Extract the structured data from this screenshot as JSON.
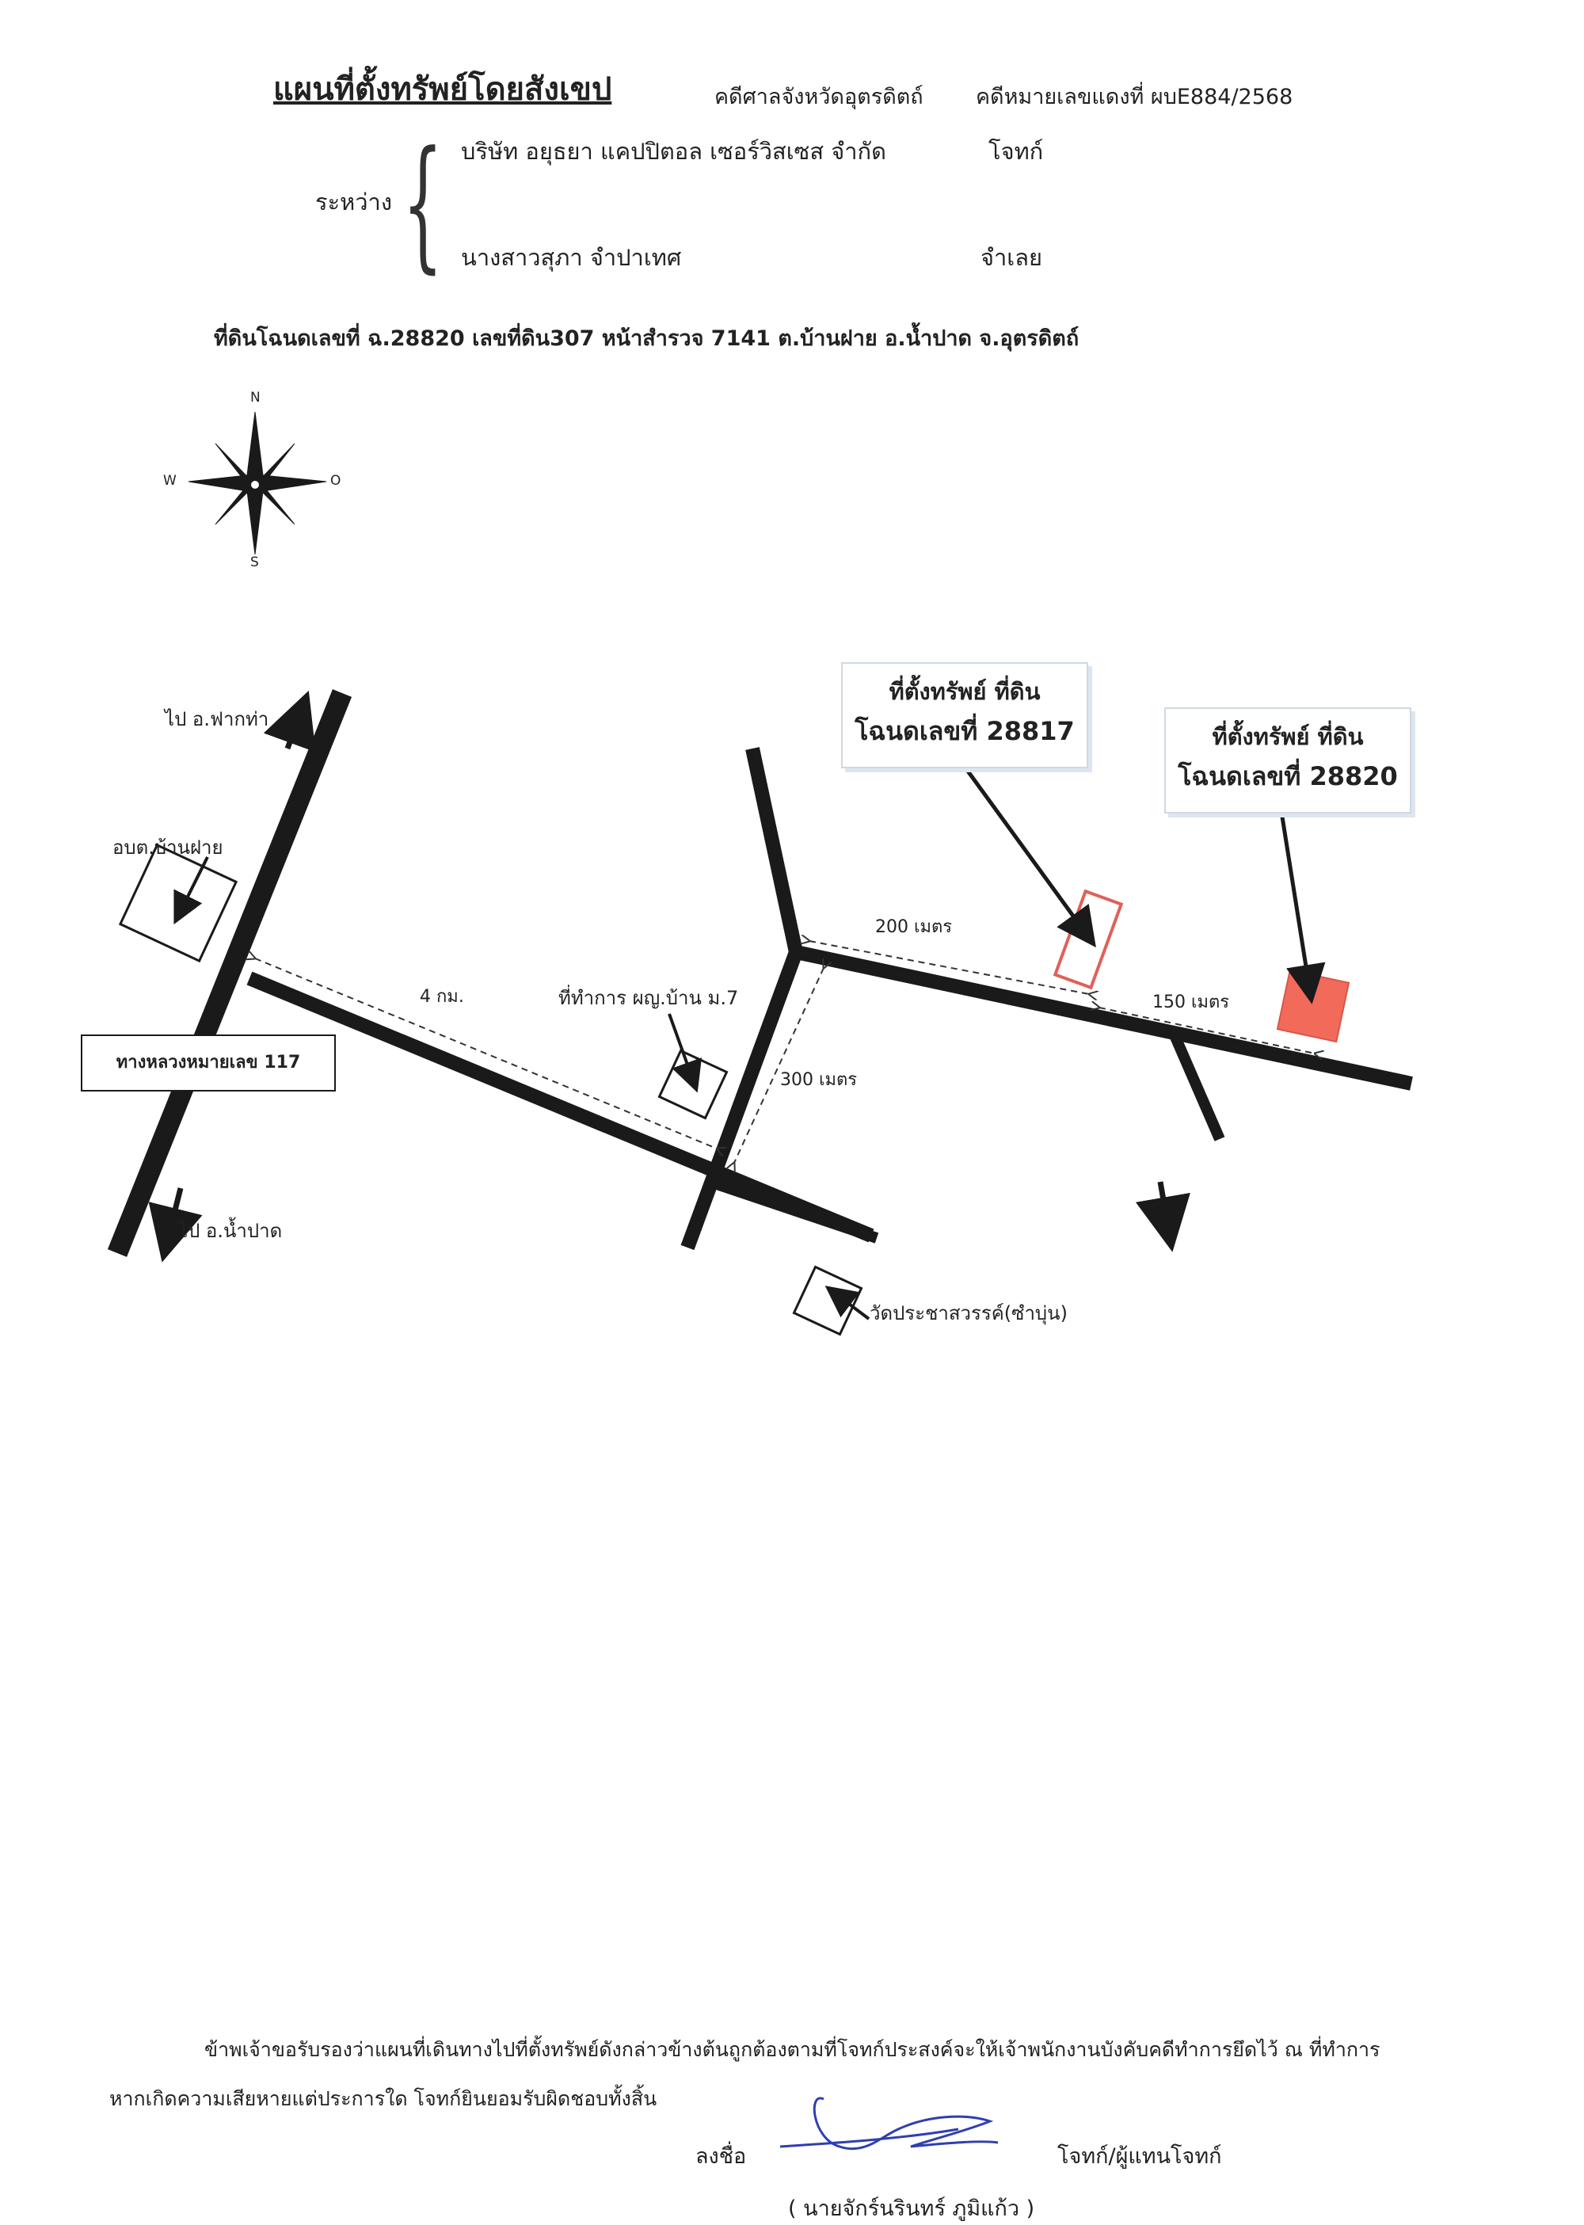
{
  "header": {
    "title": "แผนที่ตั้งทรัพย์โดยสังเขป",
    "court": "คดีศาลจังหวัดอุตรดิตถ์",
    "case_number": "คดีหมายเลขแดงที่  ผบE884/2568"
  },
  "parties": {
    "between_label": "ระหว่าง",
    "plaintiff_name": "บริษัท อยุธยา แคปปิตอล เซอร์วิสเซส จำกัด",
    "plaintiff_role": "โจทก์",
    "defendant_name": "นางสาวสุภา จำปาเทศ",
    "defendant_role": "จำเลย"
  },
  "land_line": "ที่ดินโฉนดเลขที่ ฉ.28820 เลขที่ดิน307 หน้าสำรวจ 7141 ต.บ้านฝาย อ.น้ำปาด จ.อุตรดิตถ์",
  "compass": {
    "n": "N",
    "s": "S",
    "w": "W",
    "e": "O"
  },
  "map": {
    "to_fak_tha": "ไป อ.ฟากท่า",
    "obt_ban_fai": "อบต.บ้านฝาย",
    "highway_label": "ทางหลวงหมายเลข 117",
    "to_nam_pat": "ไป อ.น้ำปาด",
    "dist_4km": "4 กม.",
    "village_head_office": "ที่ทำการ ผญ.บ้าน ม.7",
    "dist_300": "300 เมตร",
    "dist_200": "200 เมตร",
    "dist_150": "150 เมตร",
    "temple": "วัดประชาสวรรค์(ซำบุ่น)",
    "callout_1_line1": "ที่ตั้งทรัพย์ ที่ดิน",
    "callout_1_line2": "โฉนดเลขที่ 28817",
    "callout_2_line1": "ที่ตั้งทรัพย์ ที่ดิน",
    "callout_2_line2": "โฉนดเลขที่ 28820"
  },
  "colors": {
    "road": "#1a1a1a",
    "parcel_outline": "#e0605a",
    "parcel_fill": "#f26a5a",
    "signature": "#2f3fb0"
  },
  "certification": {
    "line1": "ข้าพเจ้าขอรับรองว่าแผนที่เดินทางไปที่ตั้งทรัพย์ดังกล่าวข้างต้นถูกต้องตามที่โจทก์ประสงค์จะให้เจ้าพนักงานบังคับคดีทำการยึดไว้  ณ ที่ทำการ",
    "line2": "หากเกิดความเสียหายแต่ประการใด โจทก์ยินยอมรับผิดชอบทั้งสิ้น",
    "sign_label": "ลงชื่อ",
    "signer_role": "โจทก์/ผู้แทนโจทก์",
    "signer_name": "(  นายจักร์นรินทร์  ภูมิแก้ว    )"
  }
}
